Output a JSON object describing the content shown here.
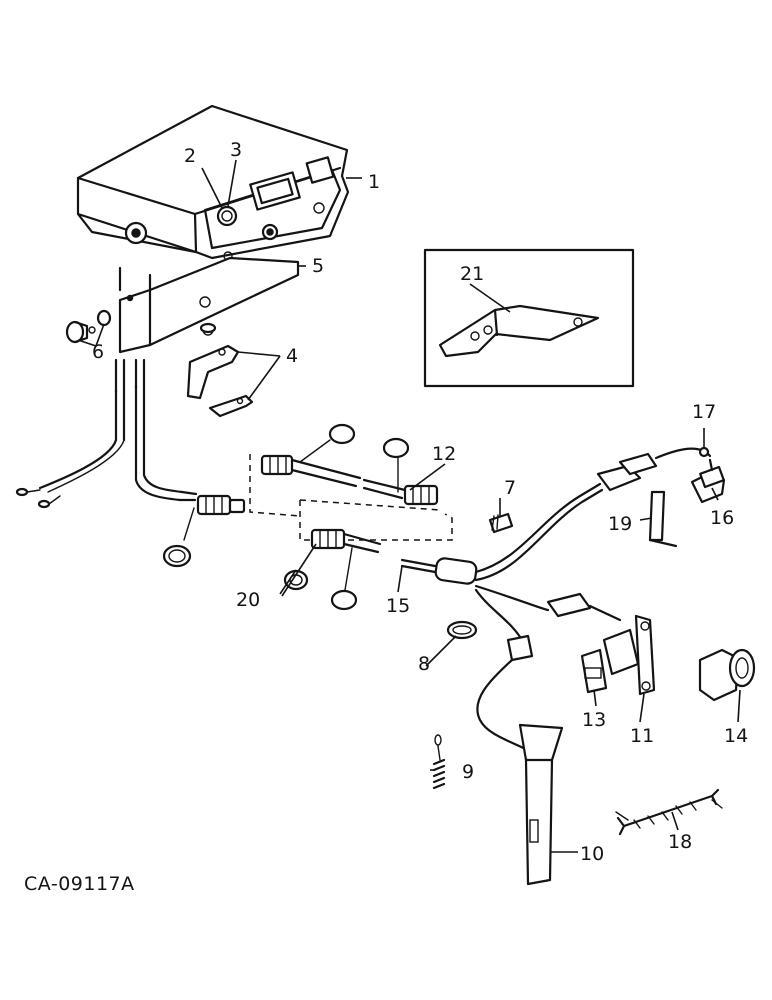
{
  "figure_code": "CA-09117A",
  "callouts": [
    {
      "id": "c1",
      "text": "1"
    },
    {
      "id": "c2",
      "text": "2"
    },
    {
      "id": "c3",
      "text": "3"
    },
    {
      "id": "c4",
      "text": "4"
    },
    {
      "id": "c5",
      "text": "5"
    },
    {
      "id": "c6",
      "text": "6"
    },
    {
      "id": "c7",
      "text": "7"
    },
    {
      "id": "c8",
      "text": "8"
    },
    {
      "id": "c9",
      "text": "9"
    },
    {
      "id": "c10",
      "text": "10"
    },
    {
      "id": "c11",
      "text": "11"
    },
    {
      "id": "c12",
      "text": "12"
    },
    {
      "id": "c13",
      "text": "13"
    },
    {
      "id": "c14",
      "text": "14"
    },
    {
      "id": "c15",
      "text": "15"
    },
    {
      "id": "c16",
      "text": "16"
    },
    {
      "id": "c17",
      "text": "17"
    },
    {
      "id": "c18",
      "text": "18"
    },
    {
      "id": "c19",
      "text": "19"
    },
    {
      "id": "c20",
      "text": "20"
    },
    {
      "id": "c21",
      "text": "21"
    }
  ]
}
